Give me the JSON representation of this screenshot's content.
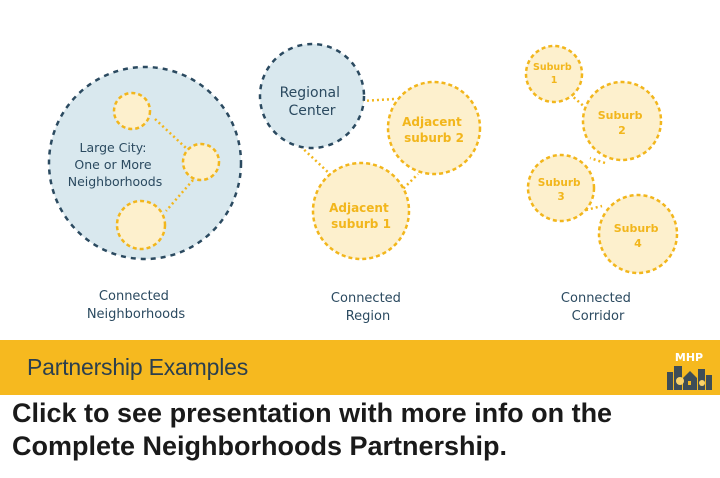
{
  "diagrams": [
    {
      "caption_line1": "Connected",
      "caption_line2": "Neighborhoods",
      "city_line1": "Large City:",
      "city_line2": "One or More",
      "city_line3": "Neighborhoods"
    },
    {
      "caption_line1": "Connected",
      "caption_line2": "Region",
      "center_line1": "Regional",
      "center_line2": "Center",
      "adj2_line1": "Adjacent",
      "adj2_line2": "suburb 2",
      "adj1_line1": "Adjacent",
      "adj1_line2": "suburb 1"
    },
    {
      "caption_line1": "Connected",
      "caption_line2": "Corridor",
      "s1_line1": "Suburb",
      "s1_line2": "1",
      "s2_line1": "Suburb",
      "s2_line2": "2",
      "s3_line1": "Suburb",
      "s3_line2": "3",
      "s4_line1": "Suburb",
      "s4_line2": "4"
    }
  ],
  "banner": {
    "title": "Partnership Examples",
    "logo_text": "MHP"
  },
  "link_text": "Click to see presentation with more info on the Complete Neighborhoods Partnership.",
  "colors": {
    "blue_fill": "#d9e8ee",
    "blue_stroke": "#2b4a60",
    "yellow_fill": "#fdf0cd",
    "yellow_stroke": "#f2b61c",
    "yellow_text": "#f2b61c",
    "dark_text": "#2b4a60",
    "banner": "#f6b91f"
  }
}
